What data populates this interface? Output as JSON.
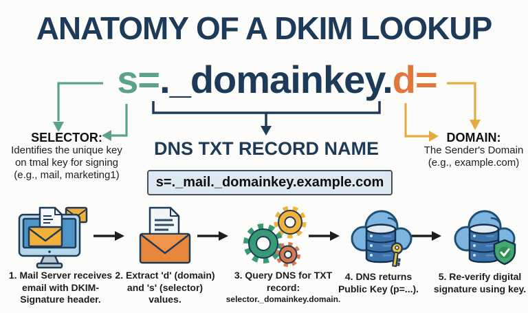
{
  "title": "ANATOMY OF A DKIM LOOKUP",
  "formula": {
    "selector": "s=",
    "record_name": "._domainkey.",
    "domain": "d="
  },
  "selector_callout": {
    "heading": "SELECTOR:",
    "lines": [
      "Identifies the unique key",
      "on tmal key for signing",
      "(e.g., mail, marketing1)"
    ]
  },
  "dns_callout": {
    "heading": "DNS TXT RECORD NAME",
    "record_value": "s=._mail._domainkey.example.com"
  },
  "domain_callout": {
    "heading": "DOMAIN:",
    "lines": [
      "The Sender's Domain",
      "(e.g., example.com)"
    ]
  },
  "steps": [
    {
      "icon": "mail-server-icon",
      "lines": [
        "1. Mail Server receives",
        "email with DKIM-",
        "Signature header."
      ]
    },
    {
      "icon": "extract-envelope-icon",
      "lines": [
        "2. Extract 'd' (domain)",
        "and 's' (selector)",
        "values."
      ]
    },
    {
      "icon": "query-gears-icon",
      "lines": [
        "3. Query DNS for TXT",
        "record:",
        "selector._domainkey.domain."
      ]
    },
    {
      "icon": "dns-cloud-key-icon",
      "lines": [
        "4. DNS returns",
        "Public Key (p=...)."
      ]
    },
    {
      "icon": "verify-cloud-shield-icon",
      "lines": [
        "5. Re-verify digital",
        "signature using key."
      ]
    }
  ],
  "colors": {
    "navy": "#1d3b59",
    "selector_green": "#5ca289",
    "domain_orange": "#e2773b",
    "arrow_gold": "#e7aa3f",
    "arrow_black": "#1e1e1e",
    "record_box_bg": "#dde9f2"
  }
}
